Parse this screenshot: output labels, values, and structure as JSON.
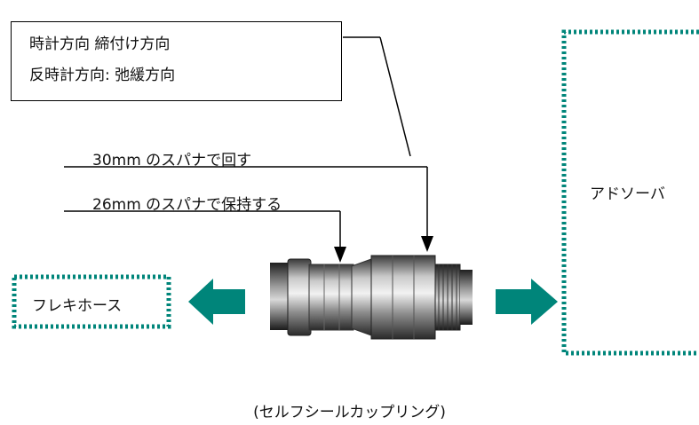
{
  "notes": {
    "line1": "時計方向 締付け方向",
    "line2": "反時計方向: 弛緩方向"
  },
  "labels": {
    "wrench_30": "30mm のスパナで回す",
    "wrench_26": "26mm のスパナで保持する",
    "flex_hose": "フレキホース",
    "absorber": "アドソーバ",
    "caption": "(セルフシールカップリング)"
  },
  "colors": {
    "accent": "#00857a",
    "line": "#000000"
  }
}
